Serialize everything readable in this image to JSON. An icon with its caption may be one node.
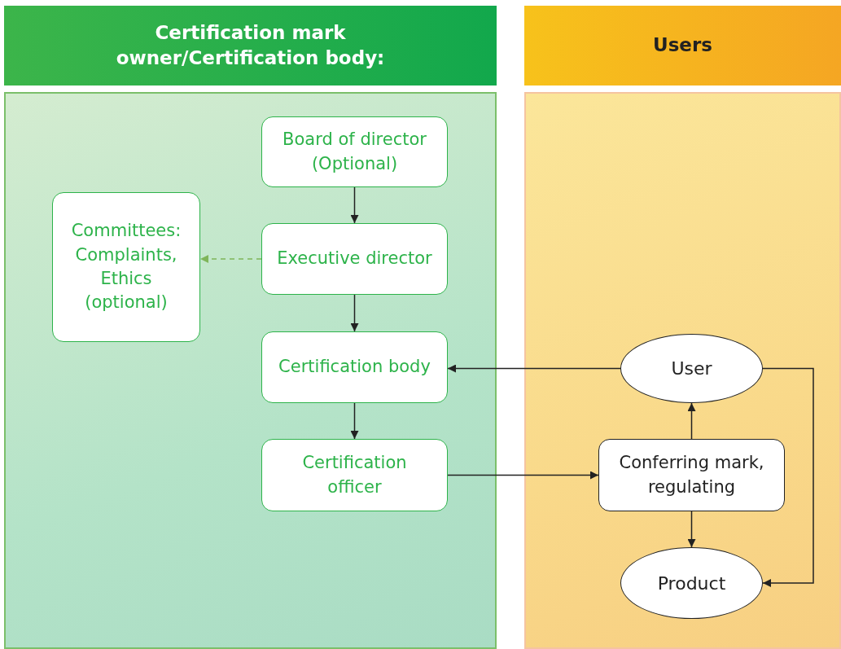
{
  "diagram": {
    "nodes": [
      {
        "text": [
          "Certification mark owner/Certification body:"
        ]
      },
      {
        "text": [
          "Board of director (Optional)"
        ],
        "in": 0
      },
      {
        "text": [
          "Committees: Complaints, Ethics (optional)"
        ],
        "in": 0
      },
      {
        "text": [
          "Executive director"
        ],
        "in": 0
      },
      {
        "text": [
          "Certification body"
        ],
        "in": 0
      },
      {
        "text": [
          "Certification officer"
        ],
        "in": 0
      },
      {
        "text": [
          "Users"
        ]
      },
      {
        "text": [
          "User"
        ],
        "in": 6
      },
      {
        "text": [
          "Conferring mark, regulating"
        ],
        "in": 6
      },
      {
        "text": [
          "Product"
        ],
        "in": 6
      }
    ],
    "edges": [
      {
        "from": 1,
        "to": 3,
        "arrow": "to"
      },
      {
        "from": 3,
        "to": 2,
        "arrow": "to",
        "style": "dashed",
        "color": "#7fb55a"
      },
      {
        "from": 3,
        "to": 4,
        "arrow": "to"
      },
      {
        "from": 4,
        "to": 5,
        "arrow": "to"
      },
      {
        "from": 7,
        "to": 4,
        "arrow": "to"
      },
      {
        "from": 5,
        "to": 8,
        "arrow": "to"
      },
      {
        "from": 8,
        "to": 7,
        "arrow": "to"
      },
      {
        "from": 8,
        "to": 9,
        "arrow": "to"
      },
      {
        "from": 7,
        "to": 9,
        "arrow": "to"
      }
    ]
  }
}
